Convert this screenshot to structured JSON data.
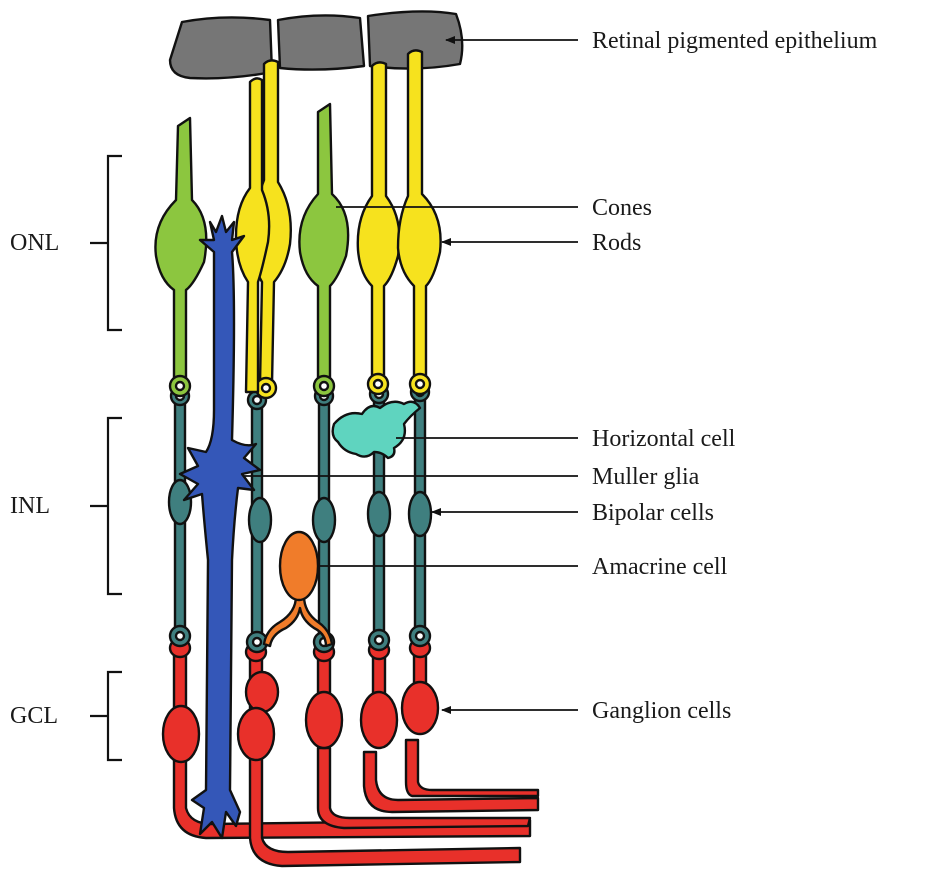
{
  "colors": {
    "epithelium": "#767676",
    "cone": "#8cc63f",
    "rod": "#f6e21e",
    "bipolar": "#3f7f7f",
    "horizontal": "#5fd4bf",
    "muller": "#3457b8",
    "amacrine": "#f07c2a",
    "ganglion": "#e8302a"
  },
  "layers": {
    "onl": "ONL",
    "inl": "INL",
    "gcl": "GCL"
  },
  "labels": {
    "rpe": "Retinal pigmented epithelium",
    "cones": "Cones",
    "rods": "Rods",
    "horizontal": "Horizontal cell",
    "muller": "Muller glia",
    "bipolar": "Bipolar cells",
    "amacrine": "Amacrine cell",
    "ganglion": "Ganglion cells"
  }
}
